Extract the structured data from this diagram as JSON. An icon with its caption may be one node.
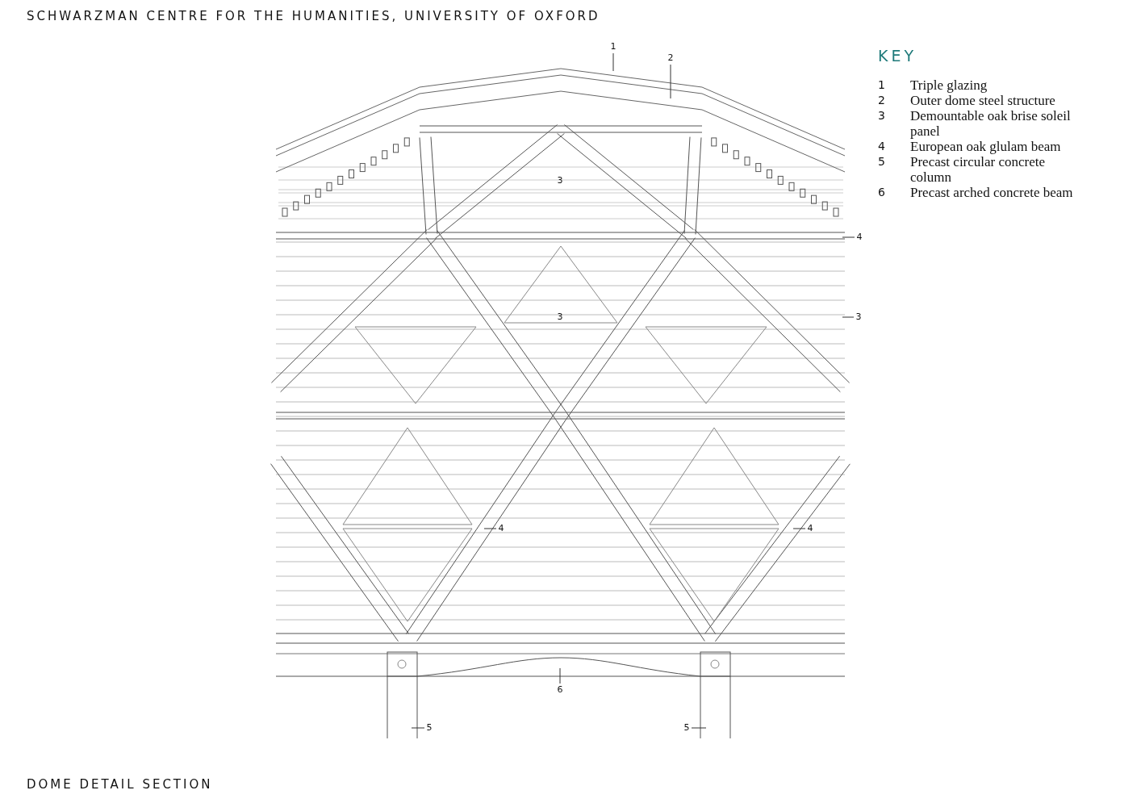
{
  "diagram": {
    "title": "SCHWARZMAN CENTRE FOR THE HUMANITIES, UNIVERSITY OF OXFORD",
    "caption": "DOME DETAIL SECTION",
    "nodes": [
      {
        "text": [
          "1"
        ]
      },
      {
        "text": [
          "2"
        ]
      },
      {
        "text": [
          "4"
        ]
      },
      {
        "text": [
          "3"
        ]
      },
      {
        "text": [
          "4"
        ]
      },
      {
        "text": [
          "4"
        ]
      },
      {
        "text": [
          "6"
        ]
      },
      {
        "text": [
          "5"
        ]
      },
      {
        "text": [
          "5"
        ]
      }
    ],
    "edges": [
      {
        "from": 0,
        "to": null,
        "arrow": "none"
      },
      {
        "from": 1,
        "to": null,
        "arrow": "none"
      },
      {
        "from": 2,
        "to": null,
        "arrow": "none"
      },
      {
        "from": 3,
        "to": null,
        "arrow": "none"
      },
      {
        "from": 4,
        "to": null,
        "arrow": "none"
      },
      {
        "from": 5,
        "to": null,
        "arrow": "none"
      },
      {
        "from": 6,
        "to": null,
        "arrow": "none"
      },
      {
        "from": 7,
        "to": null,
        "arrow": "none"
      },
      {
        "from": 8,
        "to": null,
        "arrow": "none"
      }
    ],
    "labels": [
      "KEY",
      "1",
      "Triple glazing",
      "2",
      "Outer dome steel structure",
      "3",
      "Demountable oak brise soleil panel",
      "4",
      "European oak glulam beam",
      "5",
      "Precast circular concrete column",
      "6",
      "Precast arched concrete beam",
      "3",
      "3"
    ]
  }
}
